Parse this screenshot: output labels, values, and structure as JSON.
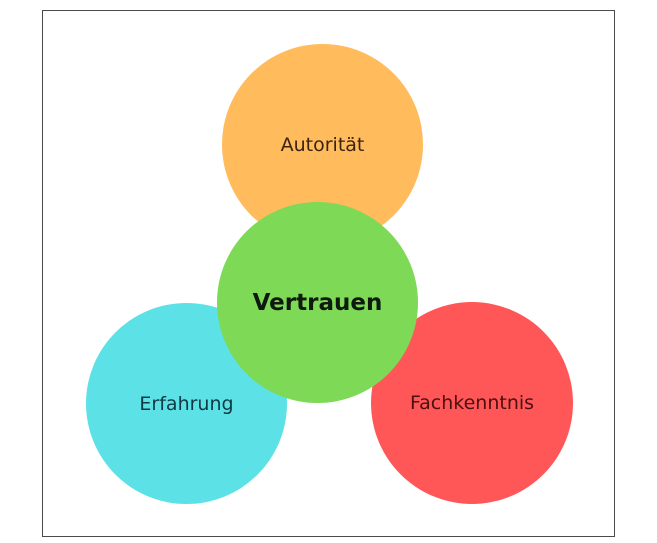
{
  "diagram": {
    "center": {
      "label": "Vertrauen",
      "color": "#7ed957",
      "text_color": "#0d1a0d"
    },
    "top": {
      "label": "Autorität",
      "color": "#ffbb5c",
      "text_color": "#3a2410"
    },
    "left": {
      "label": "Erfahrung",
      "color": "#5ce1e6",
      "text_color": "#0f3a44"
    },
    "right": {
      "label": "Fachkenntnis",
      "color": "#ff5757",
      "text_color": "#4a0f0f"
    }
  }
}
